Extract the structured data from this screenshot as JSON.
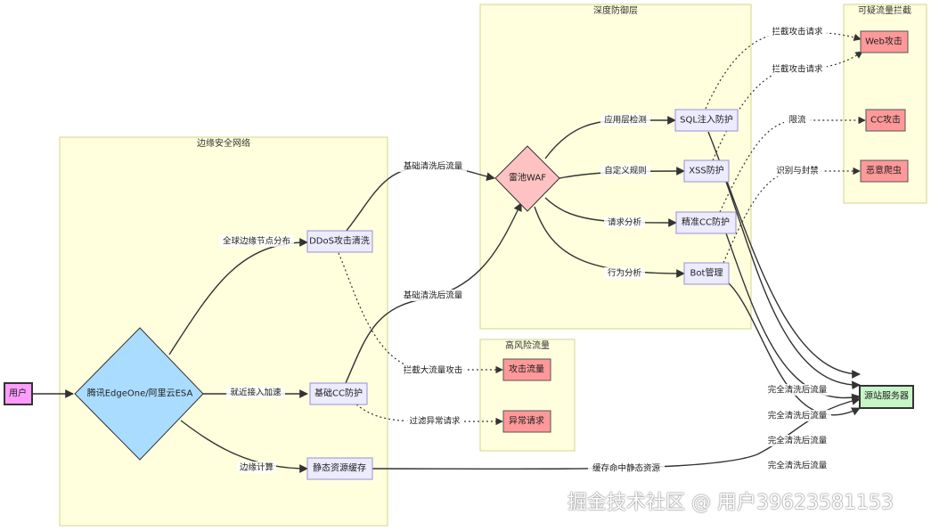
{
  "clusters": {
    "edge": "边缘安全网络",
    "deep": "深度防御层",
    "highrisk": "高风险流量",
    "suspicious": "可疑流量拦截"
  },
  "nodes": {
    "user": "用户",
    "cdn": "腾讯EdgeOne/阿里云ESA",
    "ddos": "DDoS攻击清洗",
    "basecc": "基础CC防护",
    "static": "静态资源缓存",
    "waf": "雷池WAF",
    "sql": "SQL注入防护",
    "xss": "XSS防护",
    "precisecc": "精准CC防护",
    "bot": "Bot管理",
    "attack": "攻击流量",
    "abnormal": "异常请求",
    "web": "Web攻击",
    "ccatk": "CC攻击",
    "crawler": "恶意爬虫",
    "origin": "源站服务器"
  },
  "edges": {
    "user_cdn": "",
    "cdn_ddos": "全球边缘节点分布",
    "cdn_basecc": "就近接入加速",
    "cdn_static": "边缘计算",
    "ddos_waf": "基础清洗后流量",
    "basecc_waf": "基础清洗后流量",
    "ddos_attack": "拦截大流量攻击",
    "basecc_abnormal": "过滤异常请求",
    "waf_sql": "应用层检测",
    "waf_xss": "自定义规则",
    "waf_precisecc": "请求分析",
    "waf_bot": "行为分析",
    "sql_web": "拦截攻击请求",
    "xss_web": "拦截攻击请求",
    "precisecc_ccatk": "限流",
    "bot_crawler": "识别与封禁",
    "static_origin": "缓存命中静态资源",
    "sql_origin": "完全清洗后流量",
    "xss_origin": "完全清洗后流量",
    "precisecc_origin": "完全清洗后流量",
    "bot_origin": "完全清洗后流量"
  },
  "watermark": "掘金技术社区 @ 用户39623581153"
}
